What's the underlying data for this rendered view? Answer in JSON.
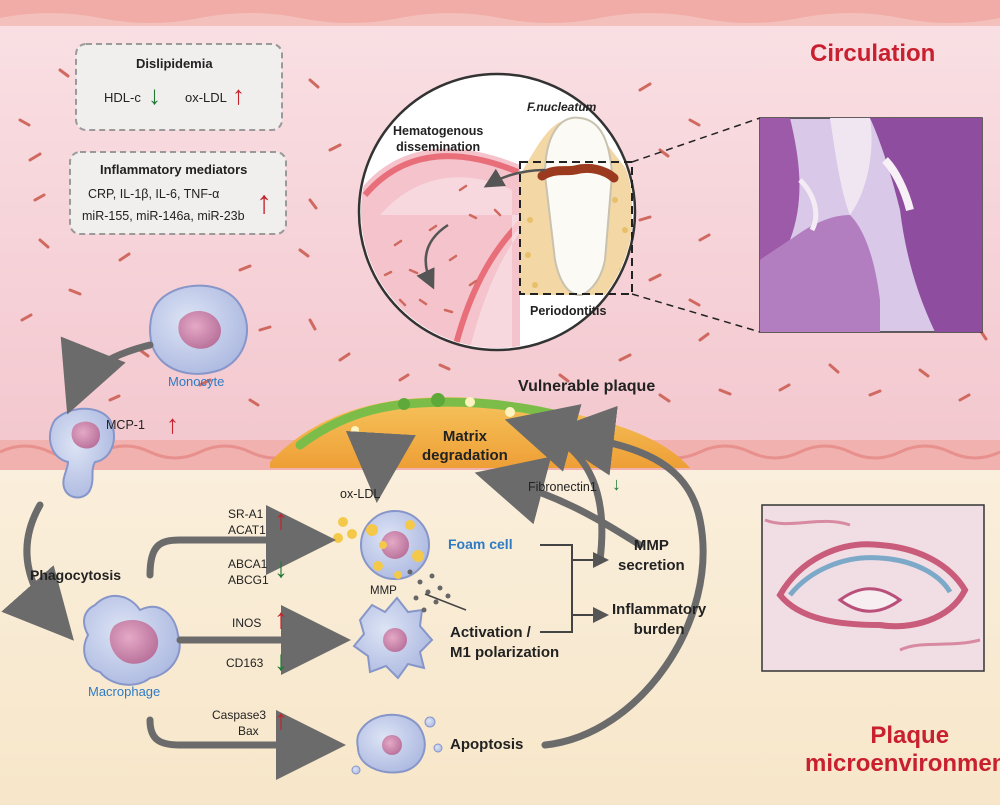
{
  "title_circulation": "Circulation",
  "title_plaque": "Plaque\nmicroenvironment",
  "dislipidemia": {
    "heading": "Dislipidemia",
    "hdl": "HDL-c",
    "oxldl": "ox-LDL"
  },
  "inflammatory": {
    "heading": "Inflammatory mediators",
    "line1": "CRP, IL-1β, IL-6, TNF-α",
    "line2": "miR-155, miR-146a, miR-23b"
  },
  "inset": {
    "pathogen": "F.nucleatum",
    "hematogenous": "Hematogenous\ndissemination",
    "periodontitis": "Periodontitis"
  },
  "cells": {
    "monocyte": "Monocyte",
    "macrophage": "Macrophage",
    "foam_cell": "Foam cell",
    "mcp1": "MCP-1",
    "phagocytosis": "Phagocytosis"
  },
  "plaque": {
    "vulnerable": "Vulnerable plaque",
    "matrix": "Matrix\ndegradation",
    "fibronectin": "Fibronectin1",
    "oxldl": "ox-LDL",
    "mmp": "MMP"
  },
  "markers": {
    "sr_a1": "SR-A1",
    "acat1": "ACAT1",
    "abca1": "ABCA1",
    "abcg1": "ABCG1",
    "inos": "INOS",
    "cd163": "CD163",
    "caspase3": "Caspase3",
    "bax": "Bax"
  },
  "outcomes": {
    "activation": "Activation /\nM1 polarization",
    "apoptosis": "Apoptosis",
    "mmp_secretion": "MMP\nsecretion",
    "inflammatory_burden": "Inflammatory\nburden"
  },
  "colors": {
    "up_arrow": "#c4232c",
    "down_arrow": "#1f7a34",
    "title_red": "#c8202e",
    "cell_blue": "#2e7bc4",
    "flow_arrow": "#6b6b6b",
    "plaque_orange": "#f0a53a"
  },
  "icons": [
    "up-arrow-icon",
    "down-arrow-icon",
    "flow-arrow-icon",
    "tooth-icon",
    "histology-image"
  ]
}
